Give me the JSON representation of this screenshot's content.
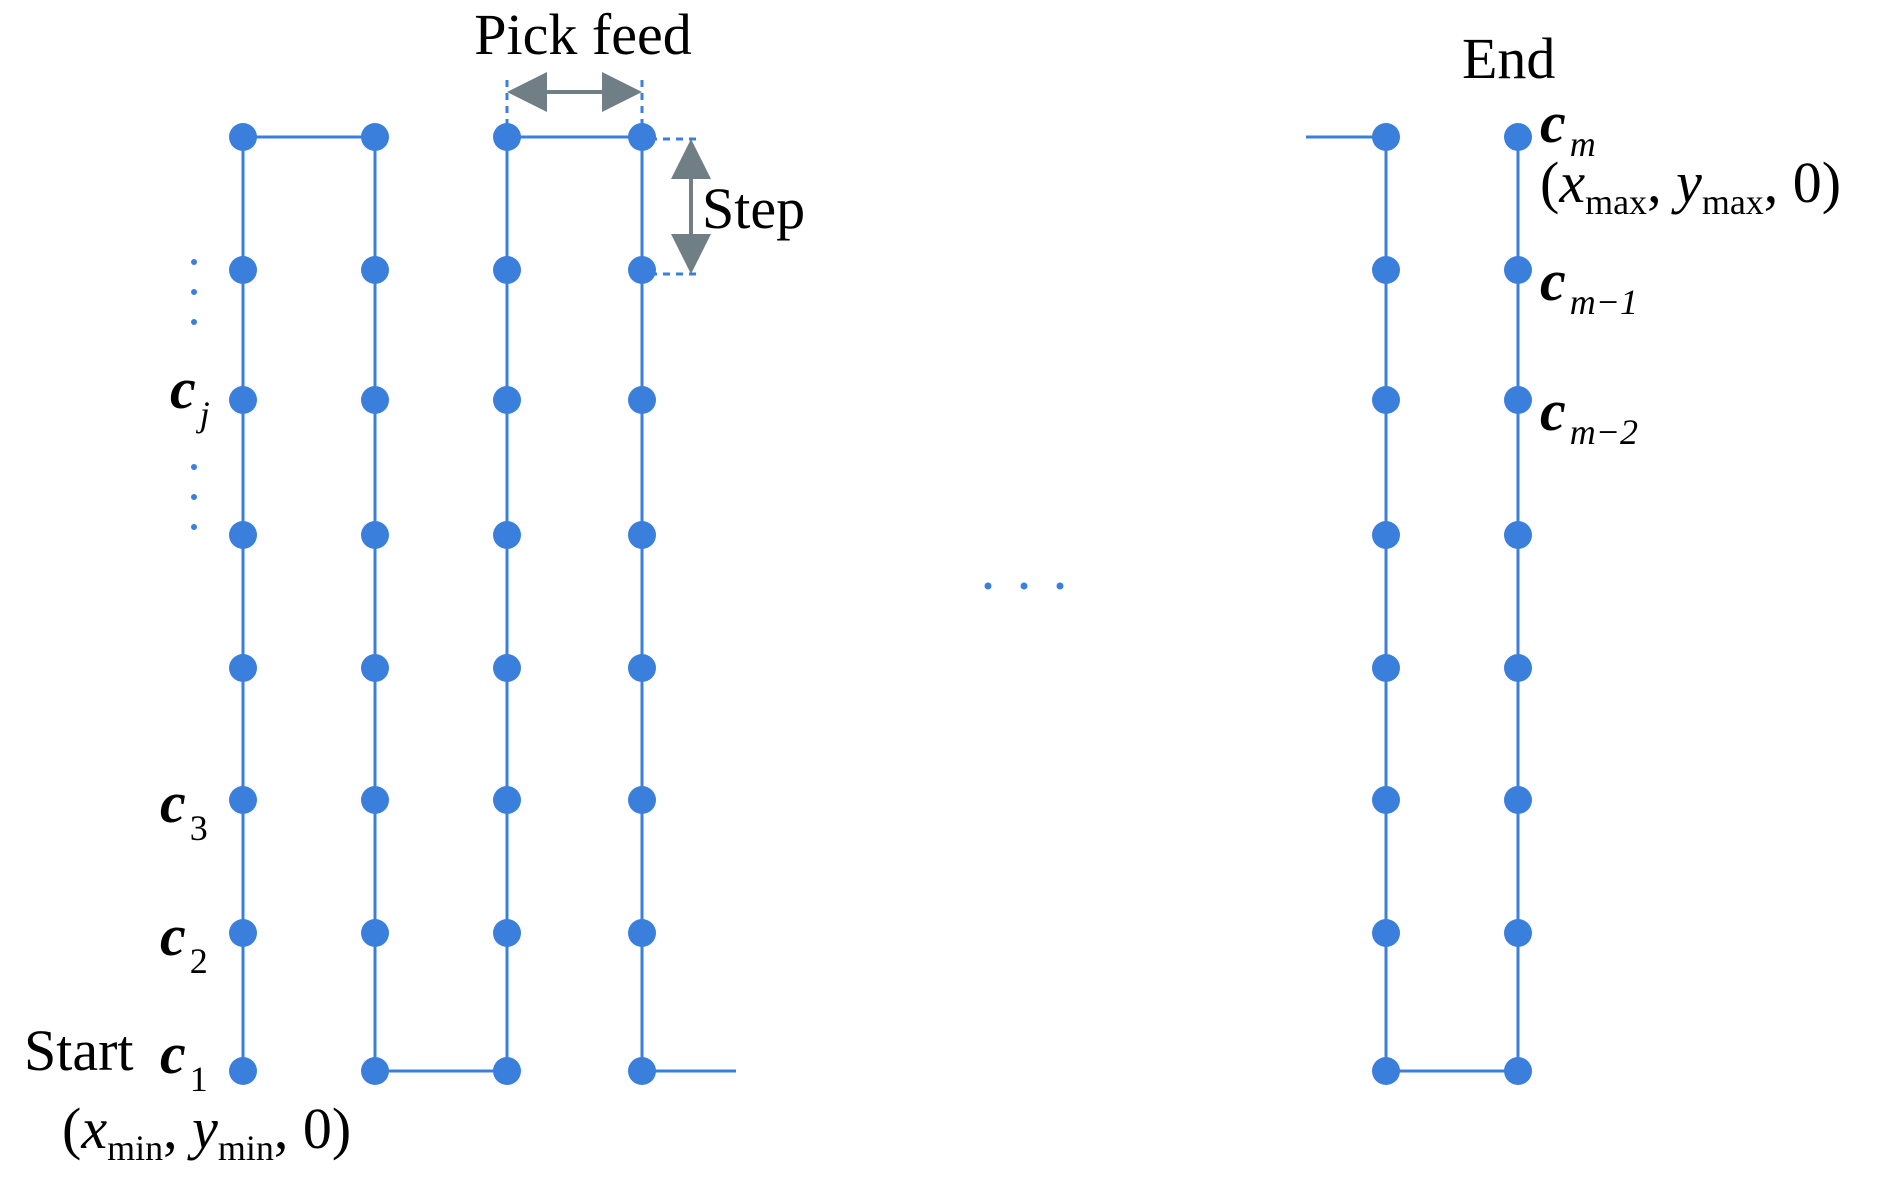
{
  "colors": {
    "path": "#3b7fdc",
    "dot": "#3b7fdc",
    "arrow": "#6f7f85",
    "text": "#000000"
  },
  "labels": {
    "pick_feed": "Pick feed",
    "step": "Step",
    "start": "Start",
    "end": "End",
    "c_letter": "c",
    "sub_1": "1",
    "sub_2": "2",
    "sub_3": "3",
    "sub_j": "j",
    "sub_m": "m",
    "sub_m1": "m−1",
    "sub_m2": "m−2",
    "start_coord": {
      "open": "(",
      "x": "x",
      "xsub": "min",
      "sep1": ", ",
      "y": "y",
      "ysub": "min",
      "tail": ", 0)"
    },
    "end_coord": {
      "open": "(",
      "x": "x",
      "xsub": "max",
      "sep1": ", ",
      "y": "y",
      "ysub": "max",
      "tail": ", 0)"
    }
  },
  "diagram": {
    "left_group_columns": 4,
    "right_group_columns": 2,
    "points_per_column": 8,
    "column_ellipsis": "⋯"
  }
}
